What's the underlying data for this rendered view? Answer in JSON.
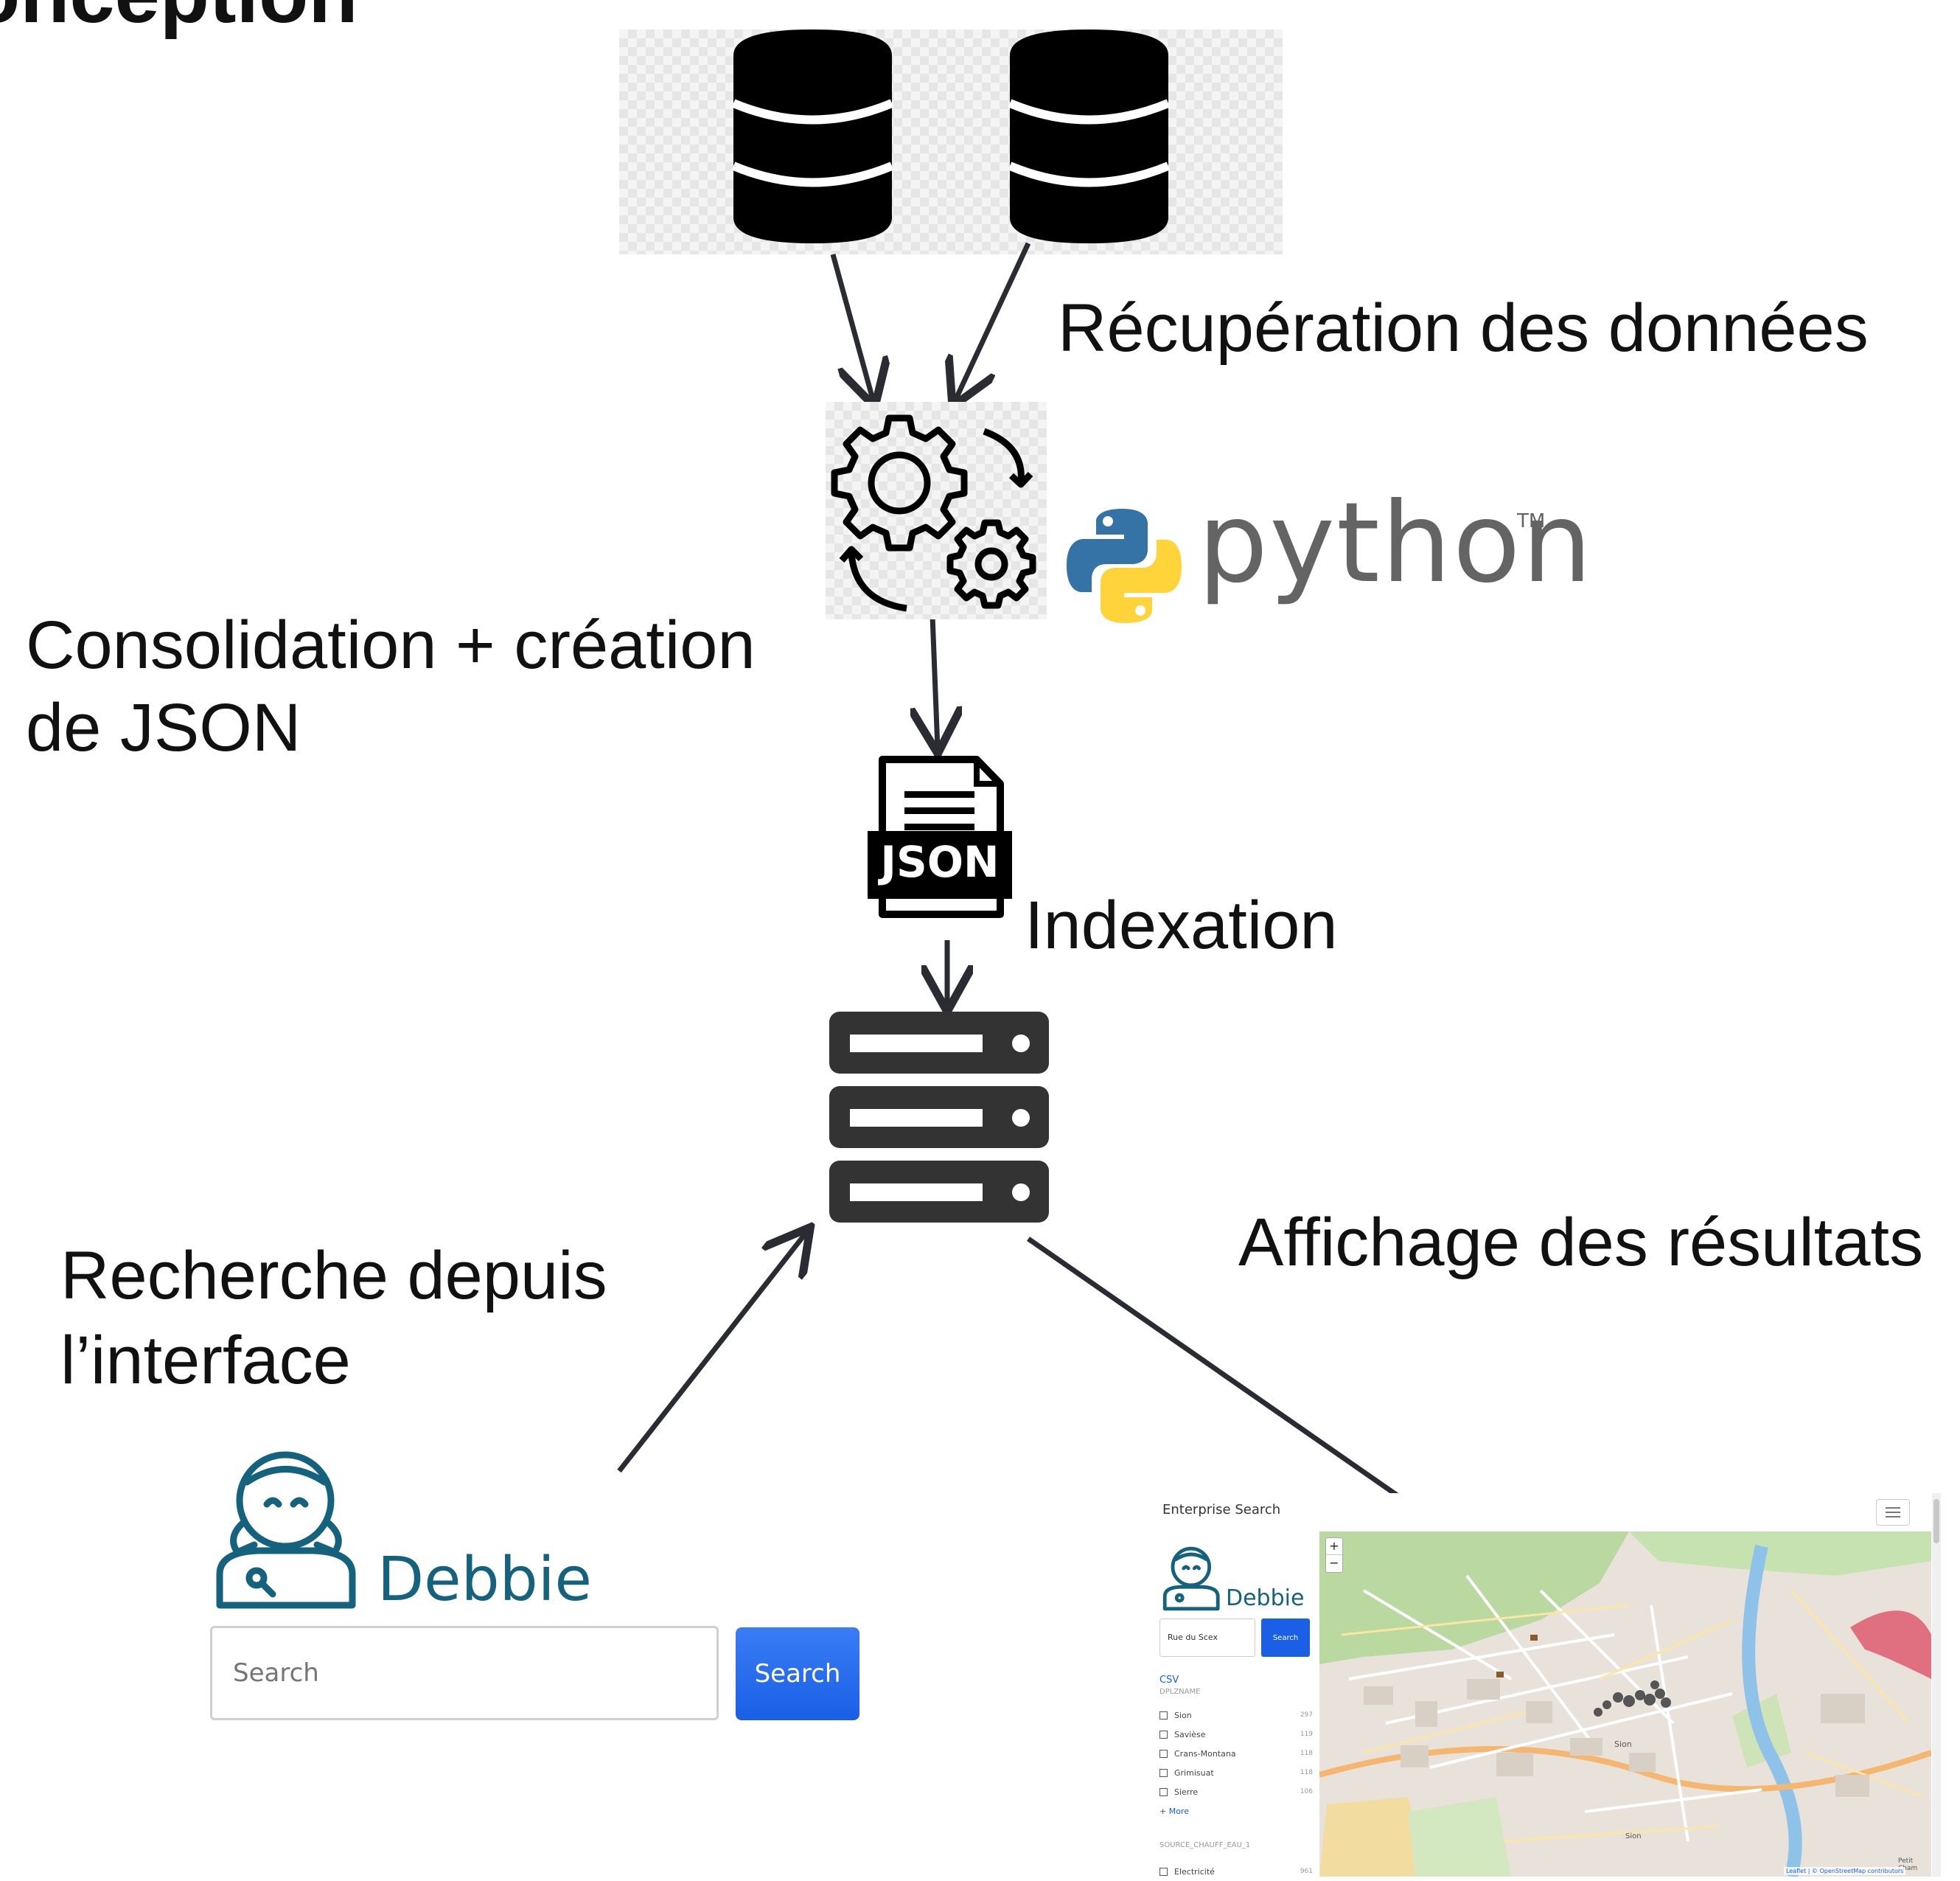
{
  "heading": "onception",
  "labels": {
    "recuperation": "Récupération des données",
    "consolidation_line1": "Consolidation + création",
    "consolidation_line2": "de JSON",
    "indexation": "Indexation",
    "recherche_line1": "Recherche depuis",
    "recherche_line2": "l’interface",
    "affichage": "Affichage des résultats"
  },
  "python_logo": {
    "word": "python",
    "tm": "TM"
  },
  "json_icon": {
    "label": "JSON"
  },
  "icons": [
    "database-icon",
    "gears-process-icon",
    "python-logo",
    "json-file-icon",
    "server-icon",
    "debbie-avatar-icon"
  ],
  "search_ui": {
    "brand": "Debbie",
    "placeholder": "Search",
    "button": "Search"
  },
  "results_ui": {
    "app_title": "Enterprise Search",
    "brand": "Debbie",
    "search_value": "Rue du Scex",
    "search_button": "Search",
    "facet_group": "CSV",
    "facet1_name": "DPLZNAME",
    "facet1_items": [
      {
        "label": "Sion",
        "count": "297"
      },
      {
        "label": "Savièse",
        "count": "119"
      },
      {
        "label": "Crans-Montana",
        "count": "118"
      },
      {
        "label": "Grimisuat",
        "count": "118"
      },
      {
        "label": "Sierre",
        "count": "106"
      }
    ],
    "more_link": "+ More",
    "facet2_name": "SOURCE_CHAUFF_EAU_1",
    "facet2_items": [
      {
        "label": "Electricité",
        "count": "961"
      }
    ],
    "map": {
      "zoom_in": "+",
      "zoom_out": "−",
      "place_labels": [
        "Sion",
        "Sion",
        "Petit Cham"
      ],
      "attribution": "Leaflet | © OpenStreetMap contributors"
    }
  },
  "colors": {
    "arrow": "#2b2b33",
    "debbie_teal": "#15627e",
    "search_blue": "#1a5fe6",
    "python_blue": "#3572a5",
    "python_yellow": "#ffd43b"
  }
}
